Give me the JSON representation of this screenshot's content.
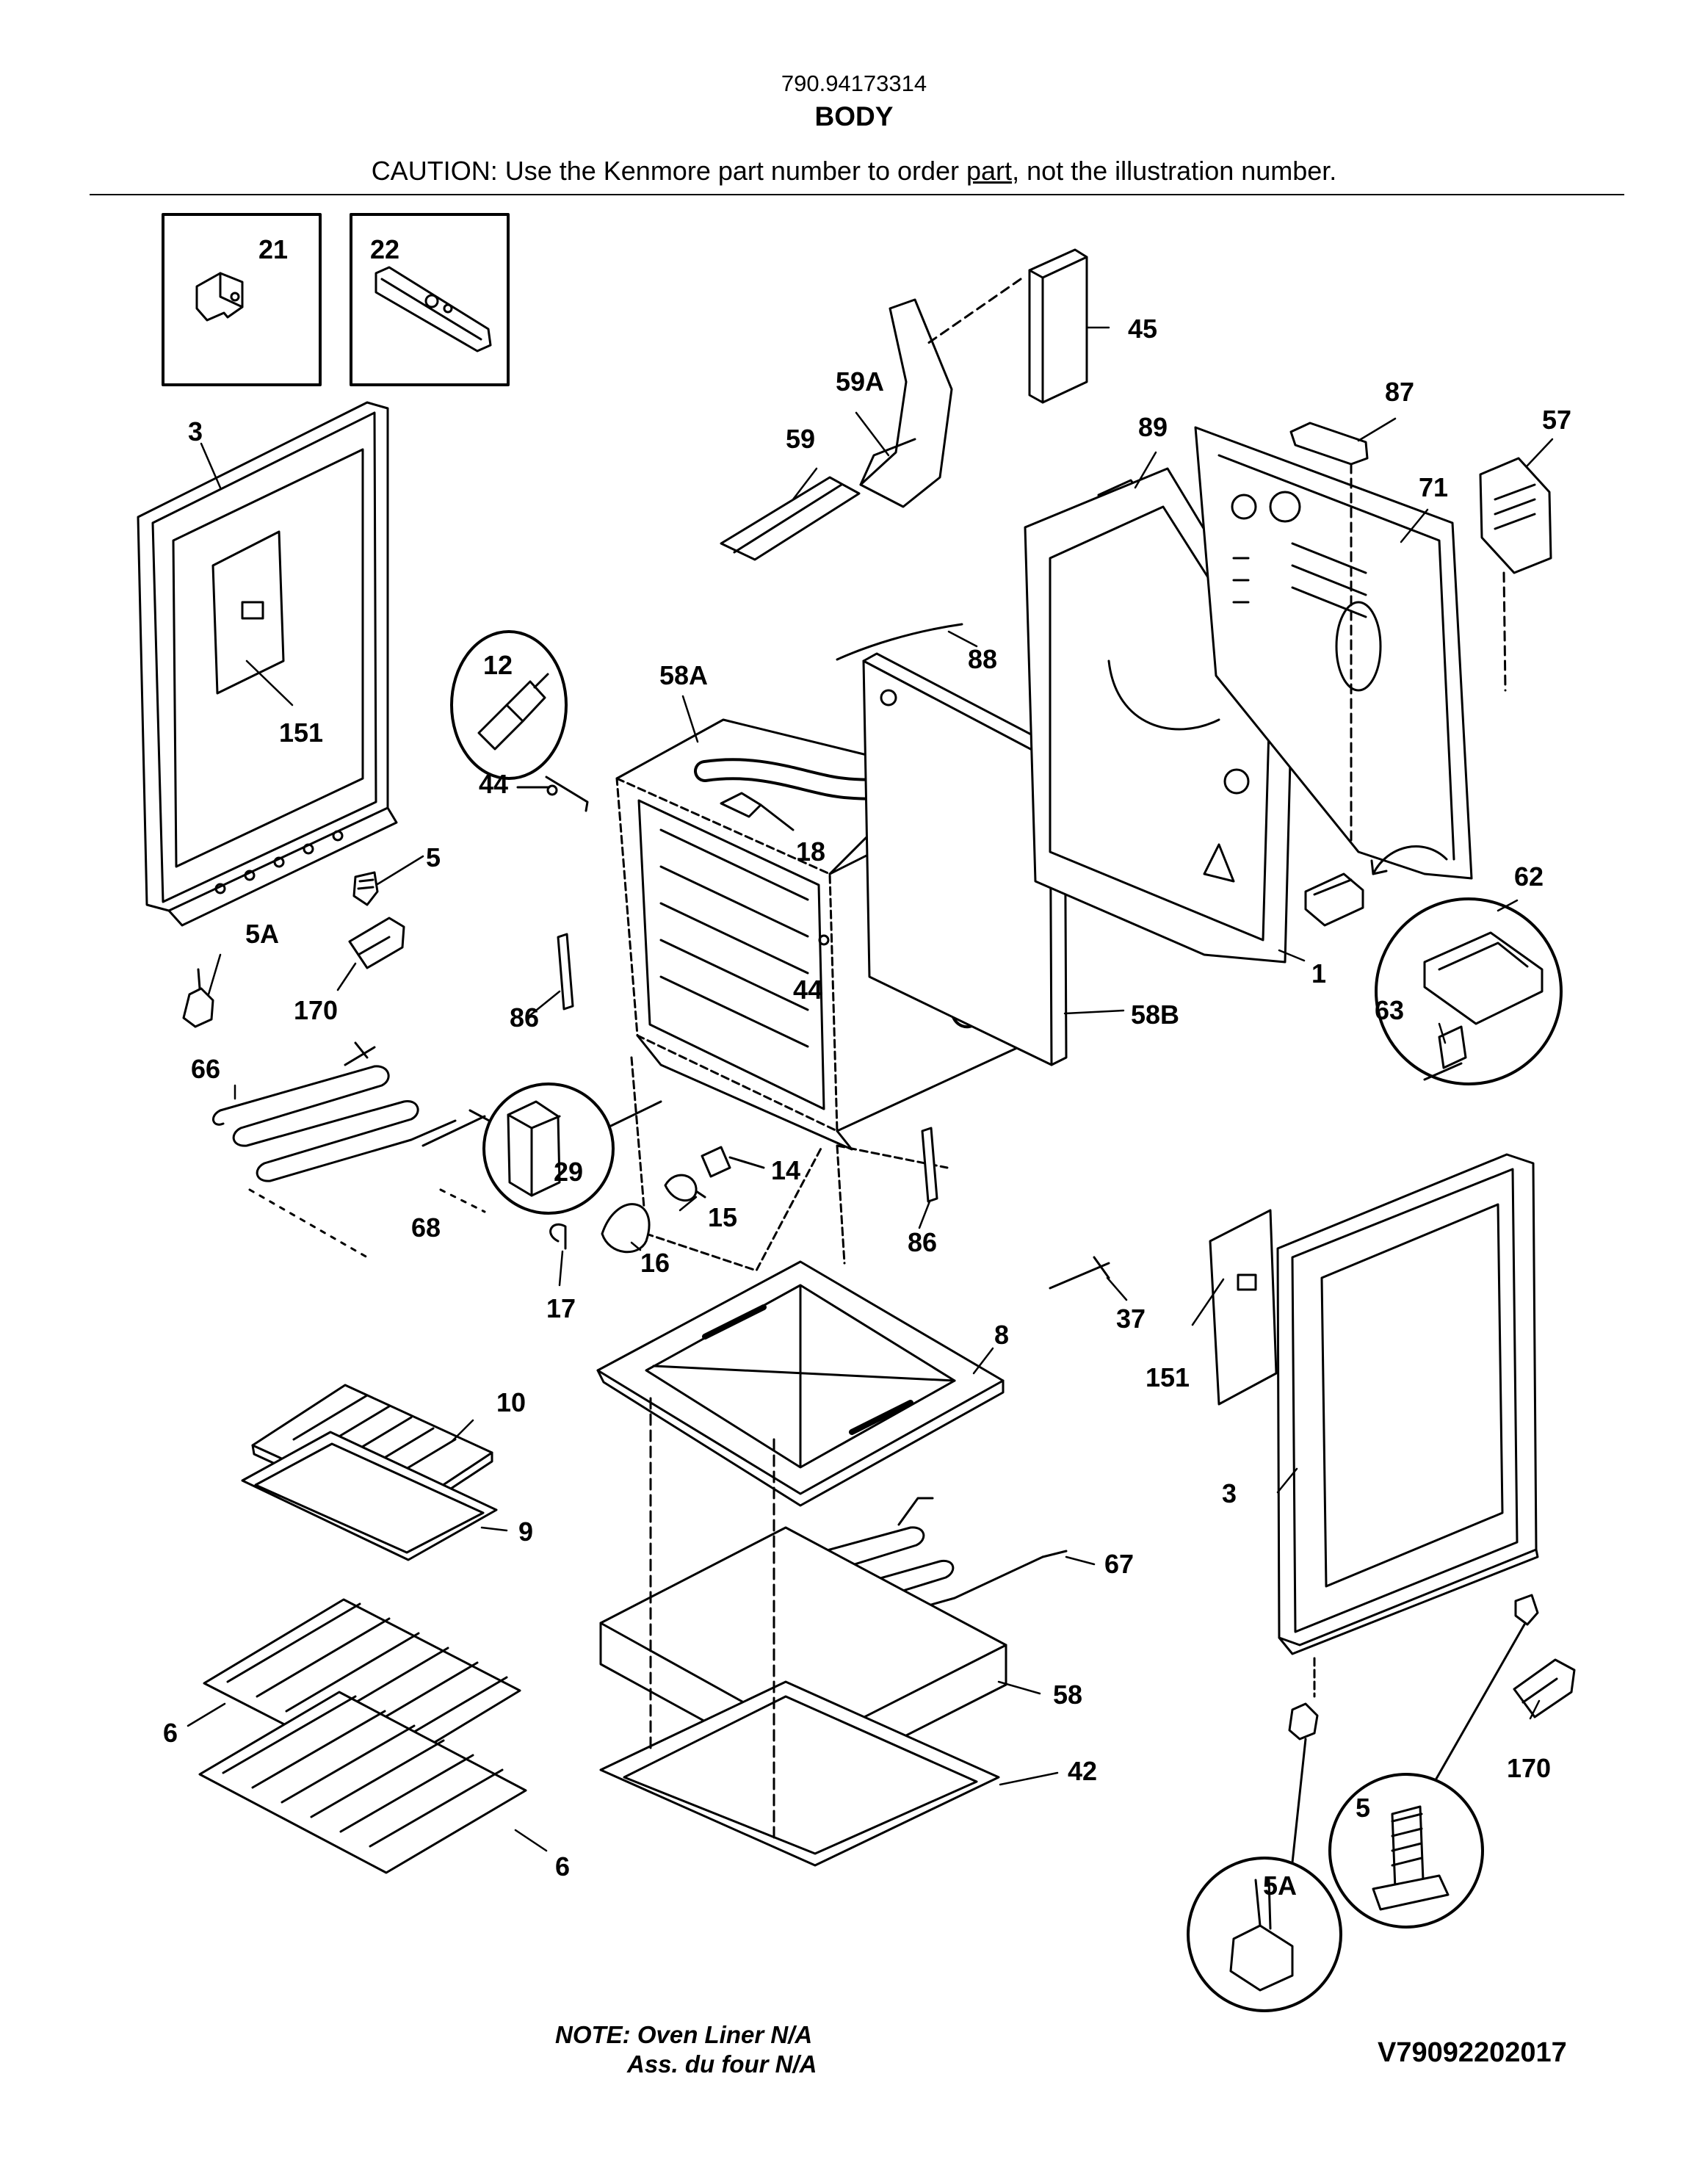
{
  "header": {
    "model_number": "790.94173314",
    "section_title": "BODY",
    "caution_before": "CAUTION: Use the Kenmore part number to order ",
    "caution_underlined": "part",
    "caution_after": ", not the illustration number."
  },
  "footer": {
    "note_line1": "NOTE: Oven Liner N/A",
    "note_line2": "Ass. du four N/A",
    "drawing_id": "V79092202017"
  },
  "callouts": {
    "c21": "21",
    "c22": "22",
    "c3a": "3",
    "c151a": "151",
    "c5top": "5",
    "c5Atop": "5A",
    "c170a": "170",
    "c12": "12",
    "c44a": "44",
    "c58A": "58A",
    "c18": "18",
    "c44b": "44",
    "c86a": "86",
    "c59A": "59A",
    "c59": "59",
    "c45": "45",
    "c87": "87",
    "c57": "57",
    "c89": "89",
    "c71": "71",
    "c88": "88",
    "c62": "62",
    "c63": "63",
    "c1": "1",
    "c58B": "58B",
    "c66": "66",
    "c68": "68",
    "c29": "29",
    "c14": "14",
    "c15": "15",
    "c16": "16",
    "c17": "17",
    "c86b": "86",
    "c37": "37",
    "c151b": "151",
    "c8": "8",
    "c10": "10",
    "c9": "9",
    "c67": "67",
    "c3b": "3",
    "c58": "58",
    "c6a": "6",
    "c6b": "6",
    "c42": "42",
    "c170b": "170",
    "c5bot": "5",
    "c5Abot": "5A"
  }
}
